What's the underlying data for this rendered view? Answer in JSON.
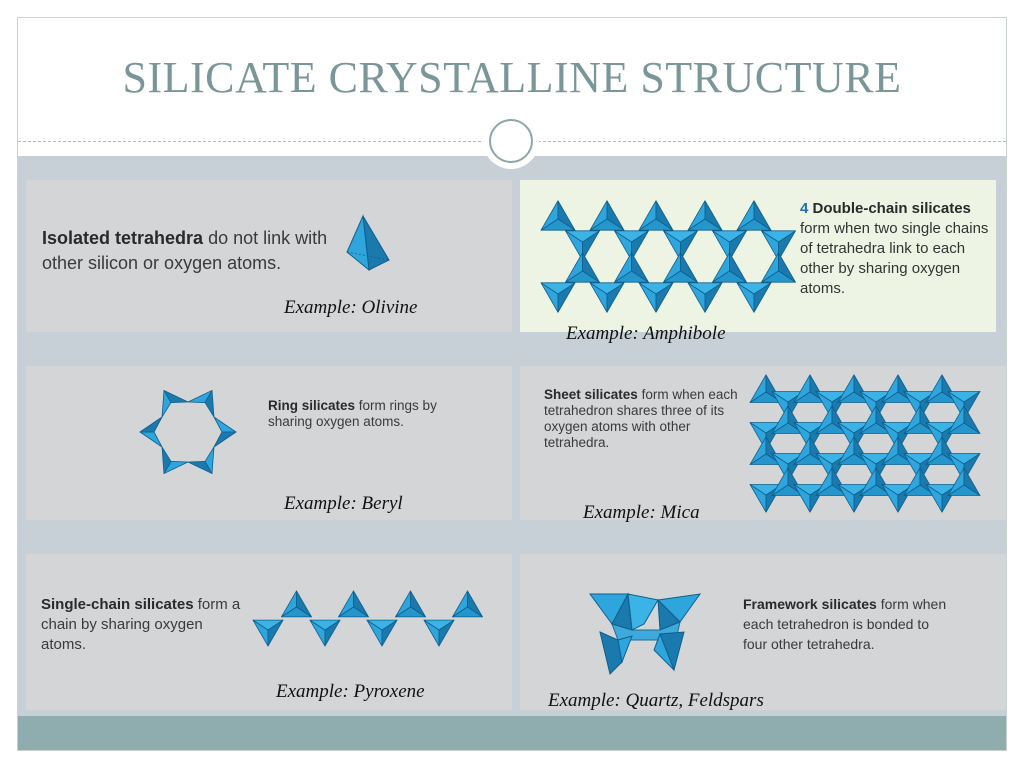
{
  "title": "SILICATE CRYSTALLINE STRUCTURE",
  "colors": {
    "title": "#7a9698",
    "tetra_light": "#2ea6dd",
    "tetra_dark": "#1a79ad",
    "panel": "#d4d5d7",
    "footer": "#8fadae"
  },
  "panels": {
    "isolated": {
      "term": "Isolated tetrahedra",
      "rest": " do not link with other silicon or oxygen atoms.",
      "example": "Example:  Olivine"
    },
    "double_chain": {
      "number": "4",
      "term": "Double-chain silicates",
      "rest": " form when two single chains of tetrahedra link to each other by sharing oxygen atoms.",
      "example": "Example:  Amphibole"
    },
    "ring": {
      "term": "Ring silicates",
      "rest": " form rings by sharing oxygen atoms.",
      "example": "Example:  Beryl"
    },
    "sheet": {
      "term": "Sheet silicates",
      "rest": " form when each tetrahedron shares three of its oxygen atoms with other tetrahedra.",
      "example": "Example:  Mica"
    },
    "single_chain": {
      "term": "Single-chain silicates",
      "rest": " form a chain by sharing oxygen atoms.",
      "example": "Example:  Pyroxene"
    },
    "framework": {
      "term": "Framework silicates",
      "rest": " form when each tetrahedron is bonded to four other tetrahedra.",
      "example": "Example:  Quartz, Feldspars"
    }
  }
}
